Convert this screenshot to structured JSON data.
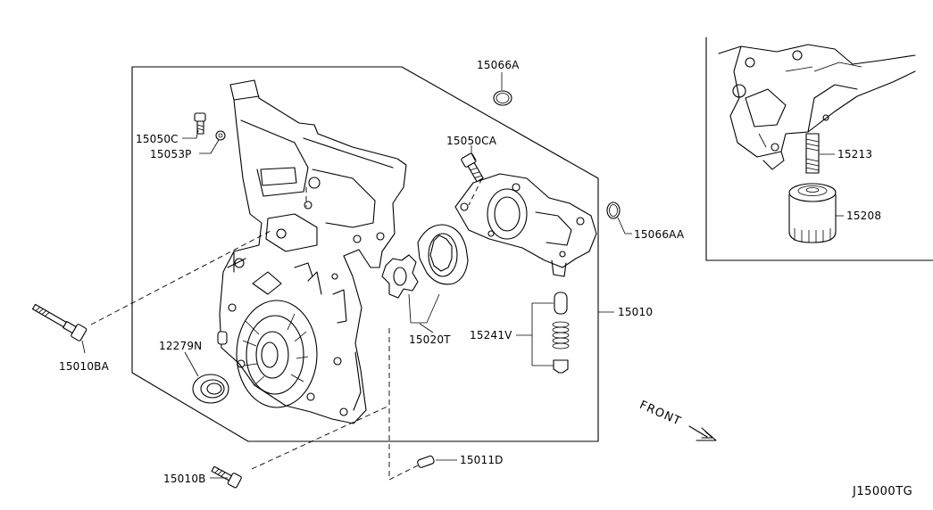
{
  "labels": {
    "p15066A": "15066A",
    "p15050C": "15050C",
    "p15053P": "15053P",
    "p15050CA": "15050CA",
    "p15066AA": "15066AA",
    "p15213": "15213",
    "p15208": "15208",
    "p15010": "15010",
    "p15020T": "15020T",
    "p15241V": "15241V",
    "p12279N": "12279N",
    "p15010BA": "15010BA",
    "p15010B": "15010B",
    "p15011D": "15011D"
  },
  "front_label": "FRONT",
  "diagram_code": "J15000TG"
}
